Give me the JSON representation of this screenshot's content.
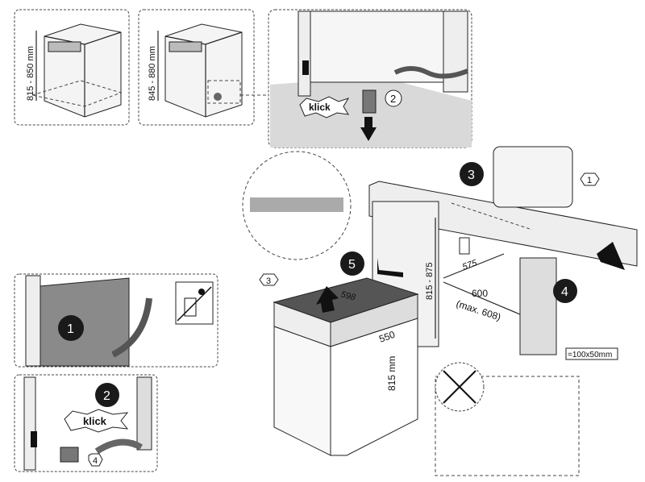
{
  "panels": {
    "height_panel_a": {
      "dimension": "815 - 850 mm"
    },
    "height_panel_b": {
      "dimension": "845 - 880 mm"
    },
    "foot_panel": {
      "klick": "klick",
      "step": "2"
    },
    "hinge_panel": {
      "step": "1"
    },
    "plug_panel": {
      "step": "2",
      "klick": "klick",
      "part": "4"
    }
  },
  "main": {
    "steps": {
      "s3": "3",
      "s5": "5",
      "s4": "4"
    },
    "parts": {
      "p1": "1",
      "p3": "3"
    },
    "dimensions": {
      "width_top": "598",
      "depth": "550",
      "height": "815 mm",
      "niche_height": "815 - 875",
      "niche_depth": "575",
      "niche_width": "600",
      "niche_width_max": "(max. 608)",
      "opening": "=100x50mm"
    }
  },
  "colors": {
    "step_fill": "#1a1a1a",
    "shade": "#d9d9d9",
    "dark_shade": "#8a8a8a"
  }
}
